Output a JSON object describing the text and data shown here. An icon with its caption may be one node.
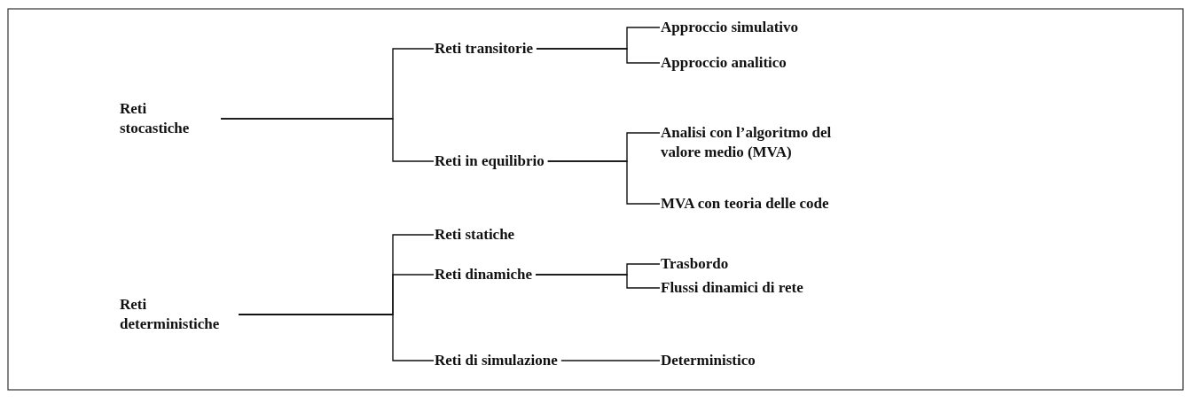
{
  "diagram": {
    "nodes": [
      {
        "text": [
          "Reti stocastiche"
        ]
      },
      {
        "text": [
          "Reti transitorie"
        ]
      },
      {
        "text": [
          "Approccio simulativo"
        ]
      },
      {
        "text": [
          "Approccio analitico"
        ]
      },
      {
        "text": [
          "Reti in equilibrio"
        ]
      },
      {
        "text": [
          "Analisi con l’algoritmo del valore medio (MVA)"
        ]
      },
      {
        "text": [
          "MVA con teoria delle code"
        ]
      },
      {
        "text": [
          "Reti deterministiche"
        ]
      },
      {
        "text": [
          "Reti statiche"
        ]
      },
      {
        "text": [
          "Reti dinamiche"
        ]
      },
      {
        "text": [
          "Trasbordo"
        ]
      },
      {
        "text": [
          "Flussi dinamici di rete"
        ]
      },
      {
        "text": [
          "Reti di simulazione"
        ]
      },
      {
        "text": [
          "Deterministico"
        ]
      }
    ],
    "edges": [
      {
        "from": 0,
        "to": 1,
        "arrow": "none"
      },
      {
        "from": 0,
        "to": 4,
        "arrow": "none"
      },
      {
        "from": 1,
        "to": 2,
        "arrow": "none"
      },
      {
        "from": 1,
        "to": 3,
        "arrow": "none"
      },
      {
        "from": 4,
        "to": 5,
        "arrow": "none"
      },
      {
        "from": 4,
        "to": 6,
        "arrow": "none"
      },
      {
        "from": 7,
        "to": 8,
        "arrow": "none"
      },
      {
        "from": 7,
        "to": 9,
        "arrow": "none"
      },
      {
        "from": 7,
        "to": 12,
        "arrow": "none"
      },
      {
        "from": 9,
        "to": 10,
        "arrow": "none"
      },
      {
        "from": 9,
        "to": 11,
        "arrow": "none"
      },
      {
        "from": 12,
        "to": 13,
        "arrow": "none"
      }
    ]
  }
}
